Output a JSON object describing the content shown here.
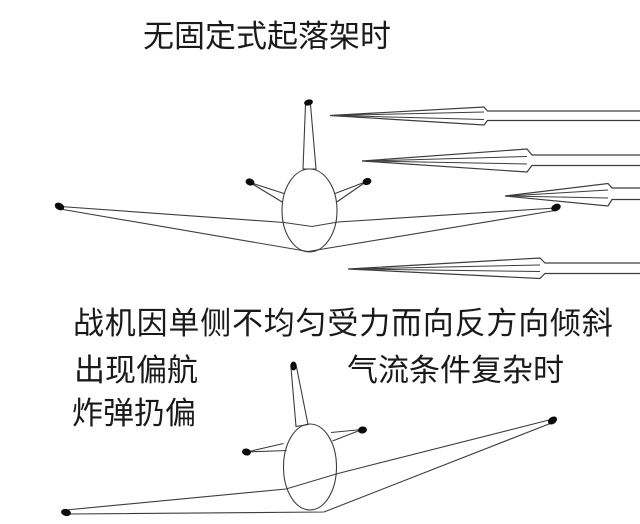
{
  "page": {
    "background": "#ffffff"
  },
  "colors": {
    "text": "#1a1a1a",
    "line": "#3d3d3d",
    "marker": "#0b0b0b",
    "arrow_fill": "#ffffff"
  },
  "texts": {
    "title": "无固定式起落架时",
    "caption_tilt": "战机因单侧不均匀受力而向反方向倾斜",
    "caption_yaw": "出现偏航",
    "caption_airflow": "气流条件复杂时",
    "caption_bomb": "炸弹扔偏"
  },
  "diagram": {
    "aircraft_count": 2,
    "airflow_arrow_count": 4,
    "airflow_direction": "left"
  }
}
